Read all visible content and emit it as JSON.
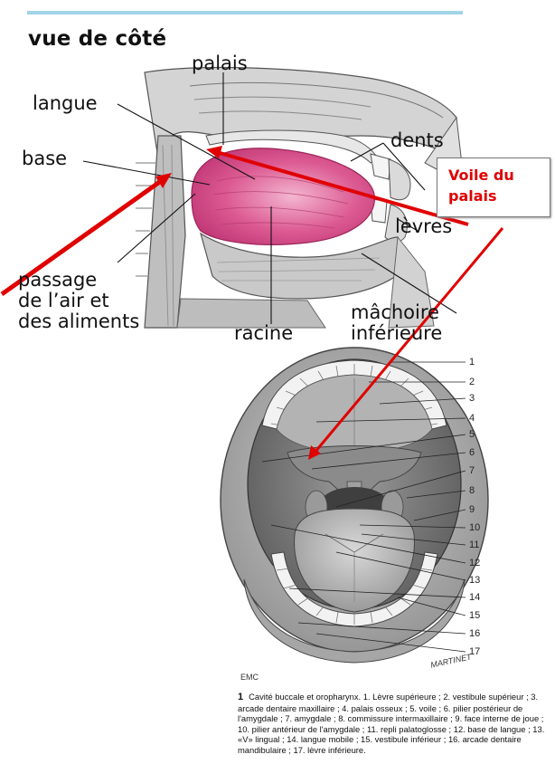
{
  "title": "vue de côté",
  "side_view": {
    "labels": {
      "palais": "palais",
      "langue": "langue",
      "base": "base",
      "dents": "dents",
      "levres": "lèvres",
      "passage_1": "passage",
      "passage_2": "de l’air et",
      "passage_3": "des aliments",
      "machoire_1": "mâchoire",
      "machoire_2": "inférieure",
      "racine": "racine"
    }
  },
  "callout": {
    "line1": "Voile du",
    "line2": "palais"
  },
  "front_view": {
    "numbers": [
      "1",
      "2",
      "3",
      "4",
      "5",
      "6",
      "7",
      "8",
      "9",
      "10",
      "11",
      "12",
      "13",
      "14",
      "15",
      "16",
      "17"
    ],
    "emc": "EMC",
    "signature": "MARTINET"
  },
  "caption": {
    "number": "1",
    "text": "Cavité buccale et oropharynx. 1. Lèvre supérieure ; 2. vestibule supérieur ; 3. arcade dentaire maxillaire ; 4. palais osseux ; 5. voile ; 6. pilier postérieur de l'amygdale ; 7. amygdale ; 8. commissure intermaxillaire ; 9. face interne de joue ; 10. pilier antérieur de l'amygdale ; 11. repli palatoglosse ; 12. base de langue ; 13. «V» lingual ; 14. langue mobile ; 15. vestibule inférieur ; 16. arcade dentaire mandibulaire ; 17. lèvre inférieure."
  },
  "colors": {
    "arrow": "#e00000",
    "tongue": "#d94e86",
    "rule": "#9fd5e6"
  }
}
